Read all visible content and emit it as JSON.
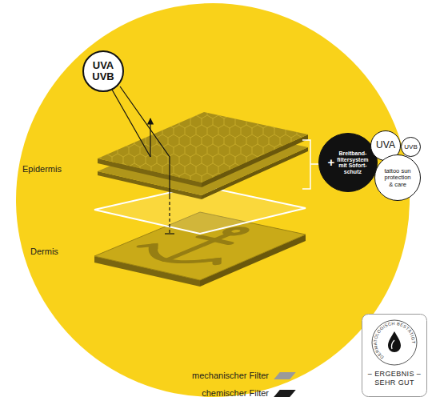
{
  "diagram": {
    "nodes": [
      {
        "text": [
          "UVA UVB"
        ]
      },
      {
        "text": [
          "+",
          "Breitband-filtersystem mit Sofort-schutz"
        ]
      },
      {
        "text": [
          "UVA"
        ]
      },
      {
        "text": [
          "UVB"
        ]
      },
      {
        "text": [
          "tattoo sun protection & care"
        ]
      },
      {
        "text": [
          "DERMATOLOGISCH BESTÄTIGT",
          "– ERGEBNIS – SEHR GUT"
        ]
      }
    ],
    "labels": [
      "Epidermis",
      "Dermis"
    ],
    "legend": [
      {
        "text": "mechanischer Filter",
        "color": "#9a9a9a"
      },
      {
        "text": "chemischer Filter",
        "color": "#1a1a1a"
      }
    ]
  }
}
